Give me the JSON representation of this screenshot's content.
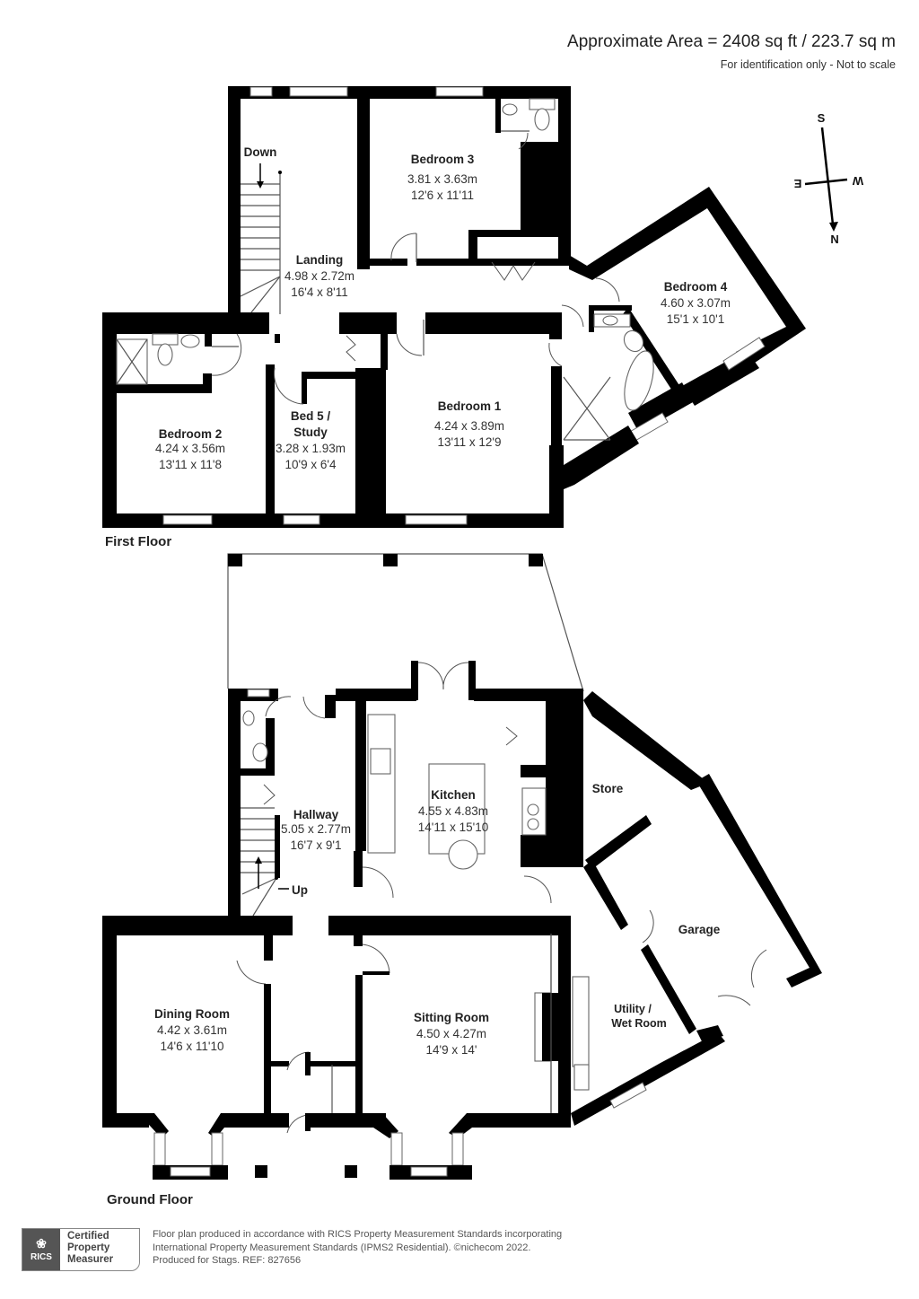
{
  "header": {
    "area": "Approximate Area = 2408 sq ft / 223.7 sq m",
    "disclaimer": "For identification only - Not to scale"
  },
  "compass": {
    "north": "N",
    "south": "S",
    "east": "E",
    "west": "W"
  },
  "first_floor": {
    "label": "First Floor",
    "rooms": [
      {
        "name": "Landing",
        "metric": "4.98 x 2.72m",
        "imperial": "16'4 x 8'11"
      },
      {
        "name": "Bedroom 3",
        "metric": "3.81 x 3.63m",
        "imperial": "12'6 x 11'11"
      },
      {
        "name": "Bedroom 4",
        "metric": "4.60 x 3.07m",
        "imperial": "15'1 x 10'1"
      },
      {
        "name": "Bedroom 1",
        "metric": "4.24 x 3.89m",
        "imperial": "13'11 x 12'9"
      },
      {
        "name": "Bedroom 2",
        "metric": "4.24 x 3.56m",
        "imperial": "13'11 x 11'8"
      },
      {
        "name_line1": "Bed 5 /",
        "name_line2": "Study",
        "metric": "3.28 x 1.93m",
        "imperial": "10'9 x 6'4"
      }
    ],
    "stair_label": "Down"
  },
  "ground_floor": {
    "label": "Ground Floor",
    "rooms": [
      {
        "name": "Kitchen",
        "metric": "4.55 x 4.83m",
        "imperial": "14'11 x 15'10"
      },
      {
        "name": "Hallway",
        "metric": "5.05 x 2.77m",
        "imperial": "16'7 x 9'1"
      },
      {
        "name": "Dining Room",
        "metric": "4.42 x 3.61m",
        "imperial": "14'6 x 11'10"
      },
      {
        "name": "Sitting Room",
        "metric": "4.50 x 4.27m",
        "imperial": "14'9 x 14'"
      },
      {
        "name": "Store"
      },
      {
        "name": "Garage"
      },
      {
        "name_line1": "Utility /",
        "name_line2": "Wet Room"
      }
    ],
    "stair_label": "Up"
  },
  "footer": {
    "badge_logo": "RICS",
    "badge_line1": "Certified",
    "badge_line2": "Property",
    "badge_line3": "Measurer",
    "line1": "Floor plan produced in accordance with RICS Property Measurement Standards incorporating",
    "line2": "International Property Measurement Standards (IPMS2 Residential).   ©nichecom 2022.",
    "line3": "Produced for Stags.   REF: 827656"
  }
}
